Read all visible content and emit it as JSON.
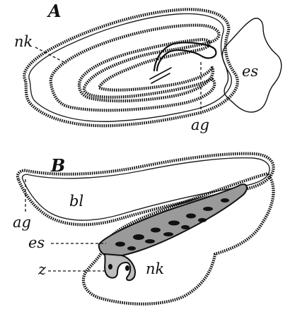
{
  "figure_a": {
    "panel_label": "A",
    "labels": {
      "nk": "nk",
      "es": "es",
      "ag": "ag"
    }
  },
  "figure_b": {
    "panel_label": "B",
    "labels": {
      "bl": "bl",
      "ag": "ag",
      "es": "es",
      "z": "z",
      "nk": "nk"
    }
  }
}
